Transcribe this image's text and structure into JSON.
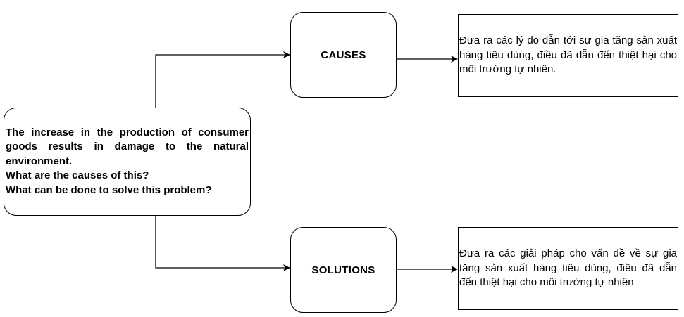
{
  "problem": {
    "line1": "The increase in the production of consumer goods results in damage to the natural environment.",
    "line2": "What are the causes of this?",
    "line3": "What can be done to solve this problem?"
  },
  "causes": {
    "label": "CAUSES",
    "note": "Đưa ra các lý do dẫn tới sự gia tăng sản xuất hàng tiêu dùng, điều đã dẫn đến thiệt hại cho môi trường tự nhiên."
  },
  "solutions": {
    "label": "SOLUTIONS",
    "note": "Đưa ra các giải pháp cho vấn đề về sự gia tăng sản xuất hàng tiêu dùng, điều đã dẫn đến thiệt hại cho môi trường tự nhiên"
  },
  "colors": {
    "stroke": "#000000",
    "background": "#ffffff"
  }
}
